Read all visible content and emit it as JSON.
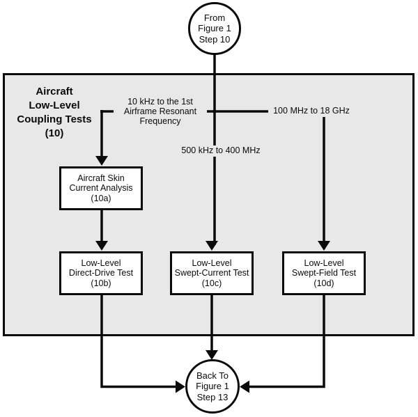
{
  "diagram": {
    "title_lines": [
      "Aircraft",
      "Low-Level",
      "Coupling Tests",
      "(10)"
    ],
    "start_node": {
      "lines": [
        "From",
        "Figure 1",
        "Step 10"
      ]
    },
    "end_node": {
      "lines": [
        "Back To",
        "Figure 1",
        "Step 13"
      ]
    },
    "branch_labels": {
      "left": [
        "10 kHz to the 1st",
        "Airframe Resonant",
        "Frequency"
      ],
      "center": "500 kHz to 400 MHz",
      "right": "100 MHz to 18 GHz"
    },
    "boxes": {
      "skin_current": [
        "Aircraft Skin",
        "Current Analysis",
        "(10a)"
      ],
      "direct_drive": [
        "Low-Level",
        "Direct-Drive Test",
        "(10b)"
      ],
      "swept_current": [
        "Low-Level",
        "Swept-Current Test",
        "(10c)"
      ],
      "swept_field": [
        "Low-Level",
        "Swept-Field Test",
        "(10d)"
      ]
    },
    "colors": {
      "panel_fill": "#e8e8e8",
      "line": "#0a0a0a",
      "node_fill": "#ffffff"
    }
  }
}
